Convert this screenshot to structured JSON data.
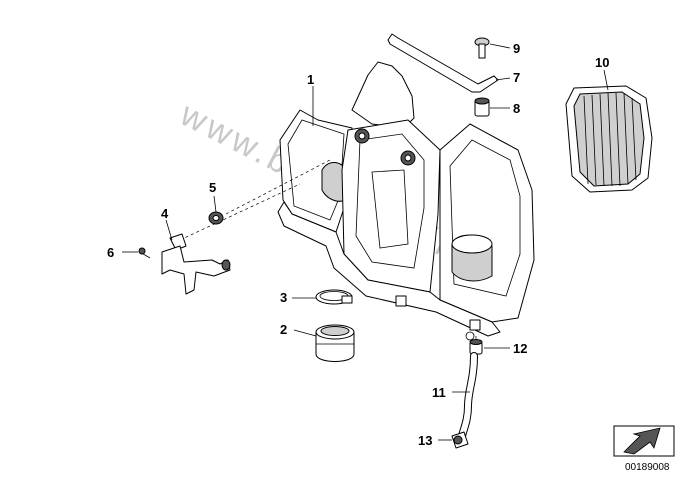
{
  "callouts": [
    {
      "id": "1",
      "label": "1"
    },
    {
      "id": "2",
      "label": "2"
    },
    {
      "id": "3",
      "label": "3"
    },
    {
      "id": "4",
      "label": "4"
    },
    {
      "id": "5",
      "label": "5"
    },
    {
      "id": "6",
      "label": "6"
    },
    {
      "id": "7",
      "label": "7"
    },
    {
      "id": "8",
      "label": "8"
    },
    {
      "id": "9",
      "label": "9"
    },
    {
      "id": "10",
      "label": "10"
    },
    {
      "id": "11",
      "label": "11"
    },
    {
      "id": "12",
      "label": "12"
    },
    {
      "id": "13",
      "label": "13"
    }
  ],
  "watermark": "www.bmwfans.info",
  "catalog_number": "00189008"
}
